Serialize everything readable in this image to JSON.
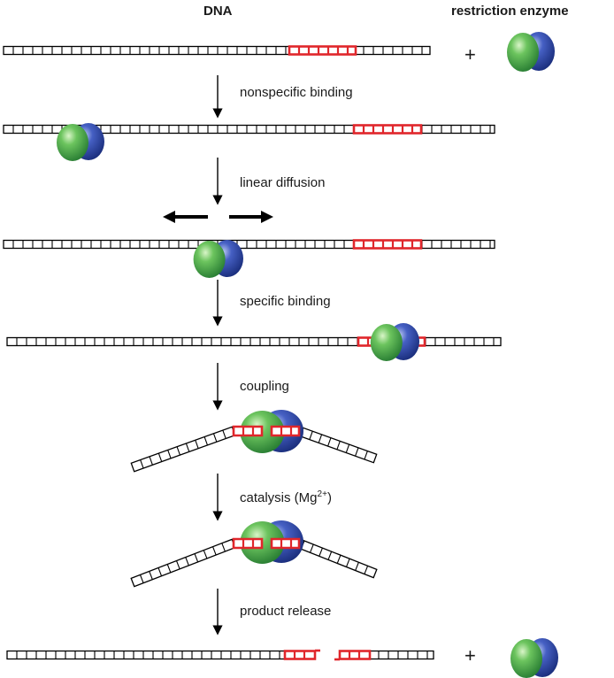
{
  "headers": {
    "dna": "DNA",
    "enzyme": "restriction enzyme"
  },
  "plus_sign": "+",
  "steps": [
    {
      "label": "nonspecific binding"
    },
    {
      "label": "linear diffusion"
    },
    {
      "label": "specific binding"
    },
    {
      "label": "coupling"
    },
    {
      "label": "catalysis (Mg",
      "superscript": "2+",
      "suffix": ")"
    },
    {
      "label": "product release"
    }
  ],
  "colors": {
    "dna_outline": "#000000",
    "recognition_site": "#e0262b",
    "enzyme_green": "#3fae49",
    "enzyme_blue": "#2b48a8",
    "arrow": "#000000"
  }
}
